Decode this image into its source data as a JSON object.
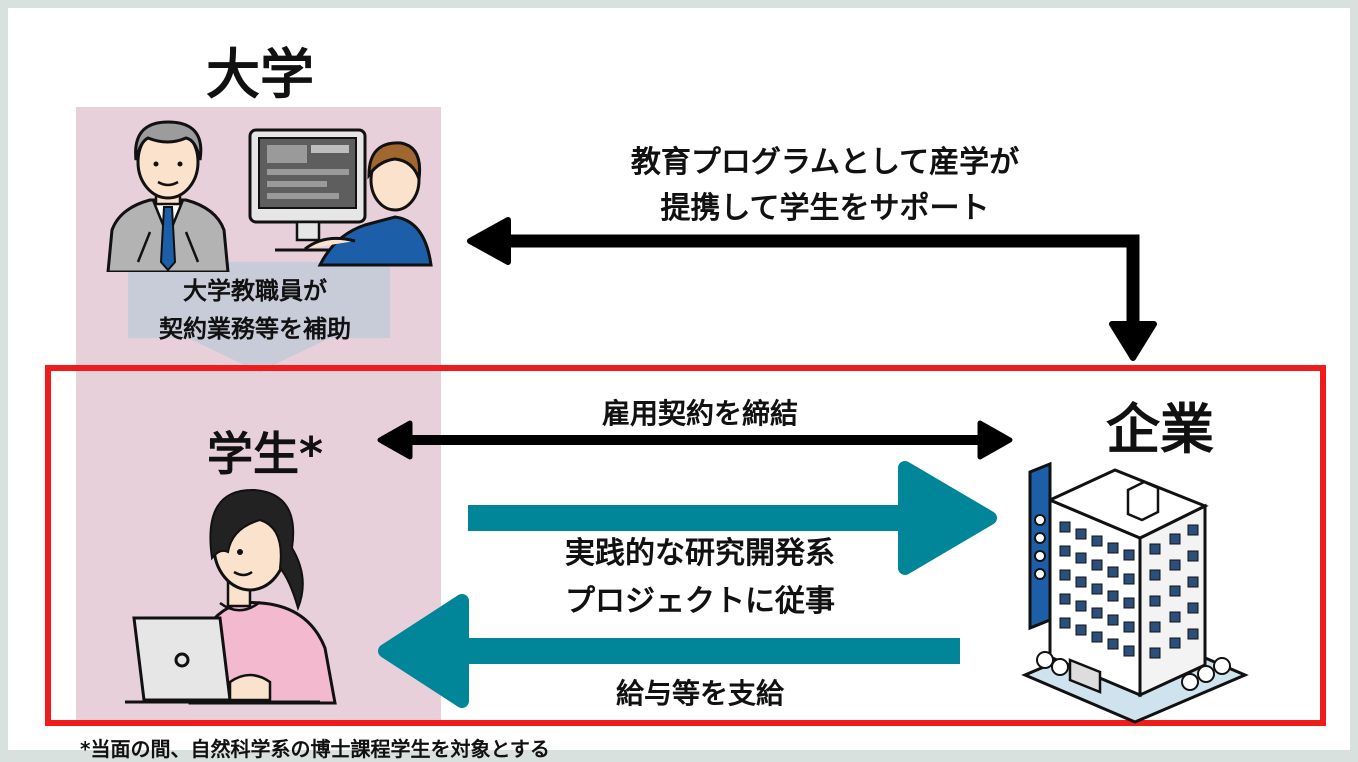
{
  "university": {
    "title": "大学"
  },
  "support": {
    "line1": "教育プログラムとして産学が",
    "line2": "提携して学生をサポート"
  },
  "staff": {
    "line1": "大学教職員が",
    "line2": "契約業務等を補助"
  },
  "student": {
    "title": "学生*"
  },
  "company": {
    "title": "企業"
  },
  "contract": {
    "label": "雇用契約を締結"
  },
  "project": {
    "line1": "実践的な研究開発系",
    "line2": "プロジェクトに従事"
  },
  "salary": {
    "label": "給与等を支給"
  },
  "footnote": {
    "text": "*当面の間、自然科学系の博士課程学生を対象とする"
  },
  "colors": {
    "frame": "#f01c1c",
    "teal_arrow": "#008599",
    "pink_column": "#e8d0da",
    "background": "#d9e1df"
  },
  "icons": [
    "professor-illustration",
    "staff-at-computer-illustration",
    "student-with-laptop-illustration",
    "office-building-illustration"
  ]
}
